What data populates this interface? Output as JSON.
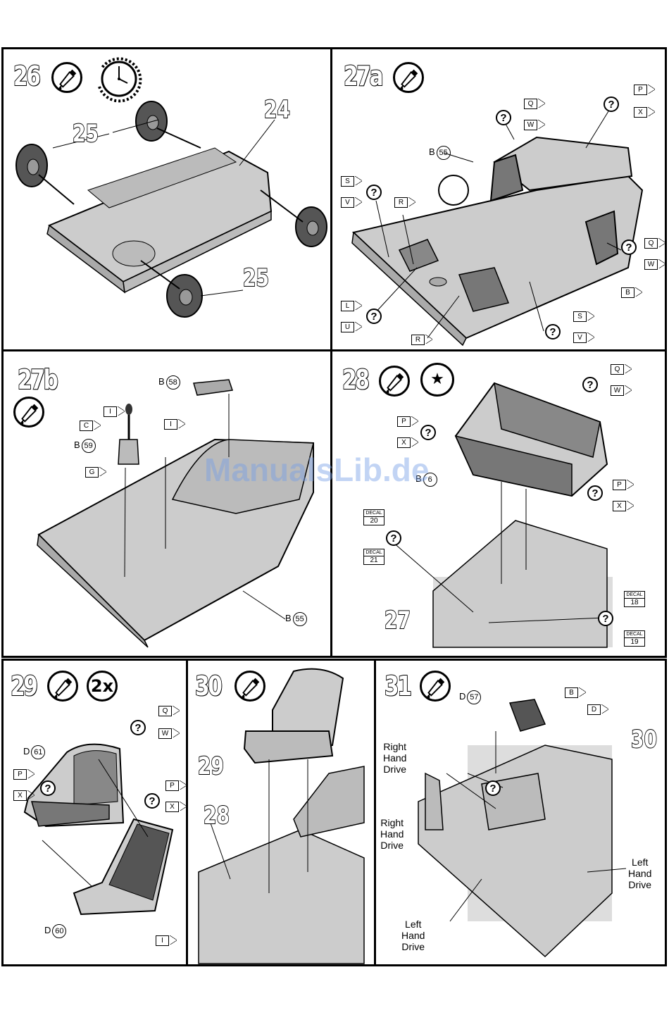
{
  "watermark": "ManualsLib.de",
  "panels": {
    "p26": {
      "step": "26",
      "parts": {
        "wheel_left": "25",
        "wheel_right": "25",
        "chassis": "24"
      }
    },
    "p27a": {
      "step": "27a",
      "ref": {
        "letter": "B",
        "num": "55"
      },
      "tags": {
        "t1": "Q",
        "t2": "W",
        "t3": "P",
        "t4": "X",
        "t5": "S",
        "t6": "V",
        "t7": "R",
        "t8": "Q",
        "t9": "W",
        "t10": "B",
        "t11": "L",
        "t12": "U",
        "t13": "R",
        "t14": "S",
        "t15": "V"
      },
      "q": "?"
    },
    "p27b": {
      "step": "27b",
      "refs": {
        "r58": {
          "letter": "B",
          "num": "58"
        },
        "r59": {
          "letter": "B",
          "num": "59"
        },
        "r55": {
          "letter": "B",
          "num": "55"
        }
      },
      "tags": {
        "t1": "I",
        "t2": "C",
        "t3": "I",
        "t4": "G"
      }
    },
    "p28": {
      "step": "28",
      "ref": {
        "letter": "B",
        "num": "6"
      },
      "part": "27",
      "tags": {
        "t1": "Q",
        "t2": "W",
        "t3": "P",
        "t4": "X",
        "t5": "P",
        "t6": "X"
      },
      "decals": {
        "d20": {
          "t": "DECAL",
          "n": "20"
        },
        "d21": {
          "t": "DECAL",
          "n": "21"
        },
        "d18": {
          "t": "DECAL",
          "n": "18"
        },
        "d19": {
          "t": "DECAL",
          "n": "19"
        }
      }
    },
    "p29": {
      "step": "29",
      "count": "2x",
      "refs": {
        "r61": {
          "letter": "D",
          "num": "61"
        },
        "r60": {
          "letter": "D",
          "num": "60"
        }
      },
      "tags": {
        "t1": "Q",
        "t2": "W",
        "t3": "P",
        "t4": "X",
        "t5": "P",
        "t6": "X",
        "t7": "I"
      }
    },
    "p30": {
      "step": "30",
      "parts": {
        "seat": "29",
        "bench": "28"
      }
    },
    "p31": {
      "step": "31",
      "ref": {
        "letter": "D",
        "num": "57"
      },
      "part": "30",
      "tags": {
        "t1": "B",
        "t2": "D"
      },
      "labels": {
        "rhd1": "Right\nHand\nDrive",
        "rhd2": "Right\nHand\nDrive",
        "lhd1": "Left\nHand\nDrive",
        "lhd2": "Left\nHand\nDrive"
      }
    }
  },
  "icons": {
    "glue": "glue-tube-icon",
    "clock": "clock-dry-icon",
    "paint": "paint-brush-icon",
    "decal": "decal-water-icon"
  }
}
